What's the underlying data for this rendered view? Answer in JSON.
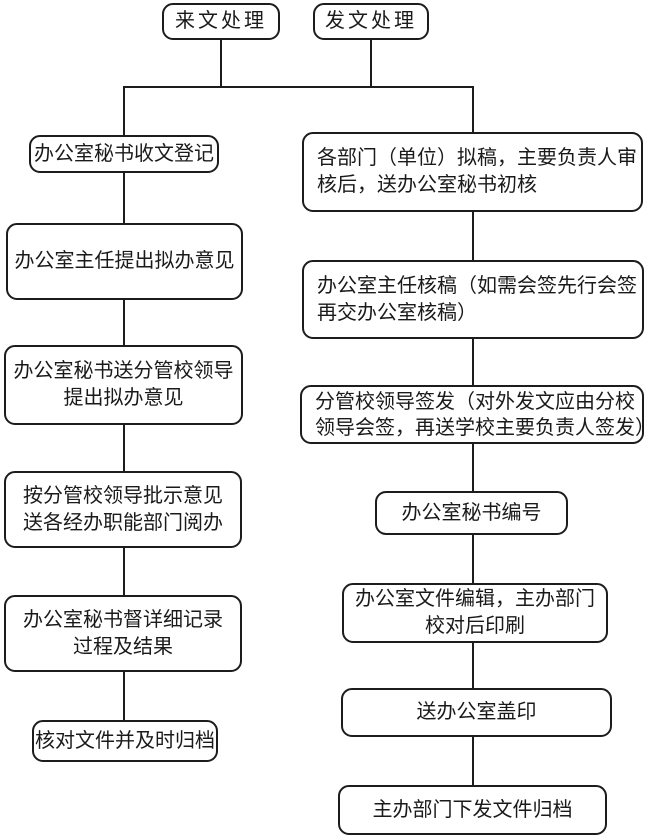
{
  "diagram": {
    "colors": {
      "line": "#1c1c1c",
      "background": "#ffffff",
      "text": "#1a1a1a"
    },
    "headers": {
      "incoming": {
        "label": "来文处理"
      },
      "outgoing": {
        "label": "发文处理"
      }
    },
    "incoming_flow": [
      {
        "lines": [
          "办公室秘书收文登记"
        ]
      },
      {
        "lines": [
          "办公室主任提出拟办意见"
        ]
      },
      {
        "lines": [
          "办公室秘书送分管校领导",
          "提出拟办意见"
        ]
      },
      {
        "lines": [
          "按分管校领导批示意见",
          "送各经办职能部门阅办"
        ]
      },
      {
        "lines": [
          "办公室秘书督详细记录",
          "过程及结果"
        ]
      },
      {
        "lines": [
          "核对文件并及时归档"
        ]
      }
    ],
    "outgoing_flow": [
      {
        "lines": [
          "各部门（单位）拟稿，主要负责人审",
          "核后，送办公室秘书初核"
        ]
      },
      {
        "lines": [
          "办公室主任核稿（如需会签先行会签",
          "再交办公室核稿）"
        ]
      },
      {
        "lines": [
          "分管校领导签发（对外发文应由分校",
          "领导会签，再送学校主要负责人签发）"
        ]
      },
      {
        "lines": [
          "办公室秘书编号"
        ]
      },
      {
        "lines": [
          "办公室文件编辑，主办部门",
          "校对后印刷"
        ]
      },
      {
        "lines": [
          "送办公室盖印"
        ]
      },
      {
        "lines": [
          "主办部门下发文件归档"
        ]
      }
    ]
  }
}
